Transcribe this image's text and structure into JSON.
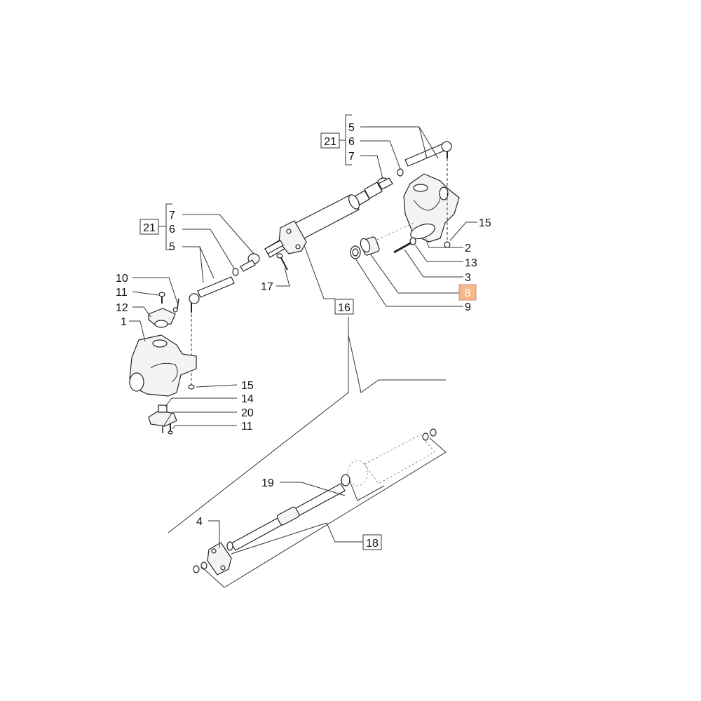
{
  "callouts": {
    "group21_top": "21",
    "c5_top": "5",
    "c6_top": "6",
    "c7_top": "7",
    "c15_top": "15",
    "c2": "2",
    "c13": "13",
    "c3": "3",
    "c8": "8",
    "c9": "9",
    "group21_left": "21",
    "c7_left": "7",
    "c6_left": "6",
    "c5_left": "5",
    "c17": "17",
    "c16": "16",
    "c10": "10",
    "c11_top": "11",
    "c12": "12",
    "c1": "1",
    "c15_bottom": "15",
    "c14": "14",
    "c20": "20",
    "c11_bottom": "11",
    "c19": "19",
    "c4": "4",
    "c18": "18"
  },
  "highlight_color": "#f5b98a",
  "highlighted_callout": "8"
}
